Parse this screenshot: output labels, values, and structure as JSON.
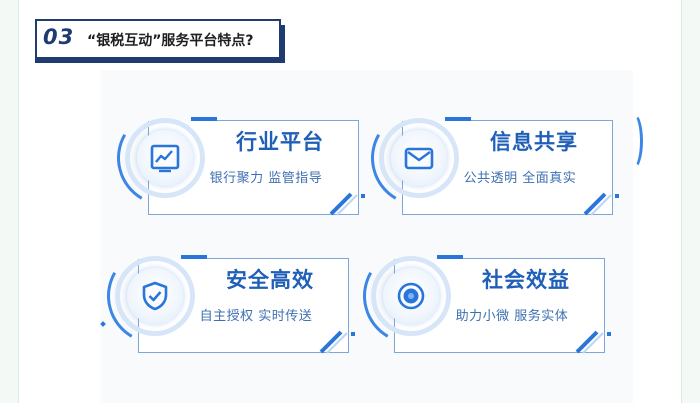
{
  "header": {
    "section_number": "03",
    "title": "“银税互动”服务平台特点?"
  },
  "features": [
    {
      "title": "行业平台",
      "subtitle": "银行聚力 监管指导",
      "icon": "chart-icon"
    },
    {
      "title": "信息共享",
      "subtitle": "公共透明 全面真实",
      "icon": "envelope-icon"
    },
    {
      "title": "安全高效",
      "subtitle": "自主授权 实时传送",
      "icon": "shield-check-icon"
    },
    {
      "title": "社会效益",
      "subtitle": "助力小微 服务实体",
      "icon": "target-icon"
    }
  ],
  "colors": {
    "accent": "#2a75d9",
    "title_text": "#1f5fb8",
    "header_border": "#1f3b70"
  }
}
